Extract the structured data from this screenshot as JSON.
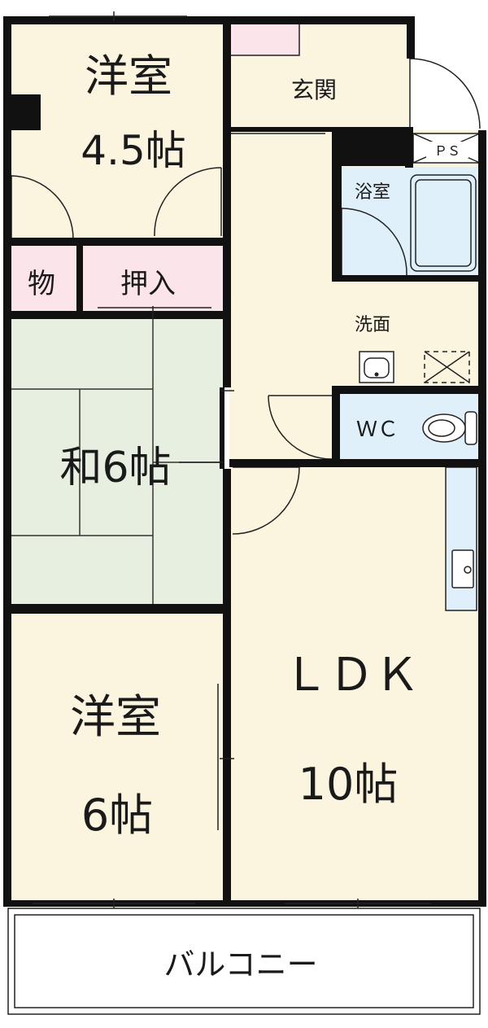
{
  "plan": {
    "rooms": {
      "western_small": {
        "name": "洋室",
        "size": "4.5帖"
      },
      "genkan": {
        "name": "玄関"
      },
      "ps": {
        "name": "ＰＳ"
      },
      "bath": {
        "name": "浴室"
      },
      "storage": {
        "name": "物"
      },
      "closet": {
        "name": "押入"
      },
      "washroom": {
        "name": "洗面"
      },
      "wc": {
        "name": "ＷＣ"
      },
      "japanese": {
        "name": "和6帖"
      },
      "western_large": {
        "name": "洋室",
        "size": "6帖"
      },
      "ldk": {
        "name": "ＬＤＫ",
        "size": "10帖"
      },
      "balcony": {
        "name": "バルコニー"
      }
    },
    "colors": {
      "western_floor": "#fbf4df",
      "tatami": "#e7efe1",
      "closet": "#fbe4ea",
      "wet_area": "#dff0fb",
      "wall": "#111111",
      "balcony": "#ffffff"
    }
  }
}
